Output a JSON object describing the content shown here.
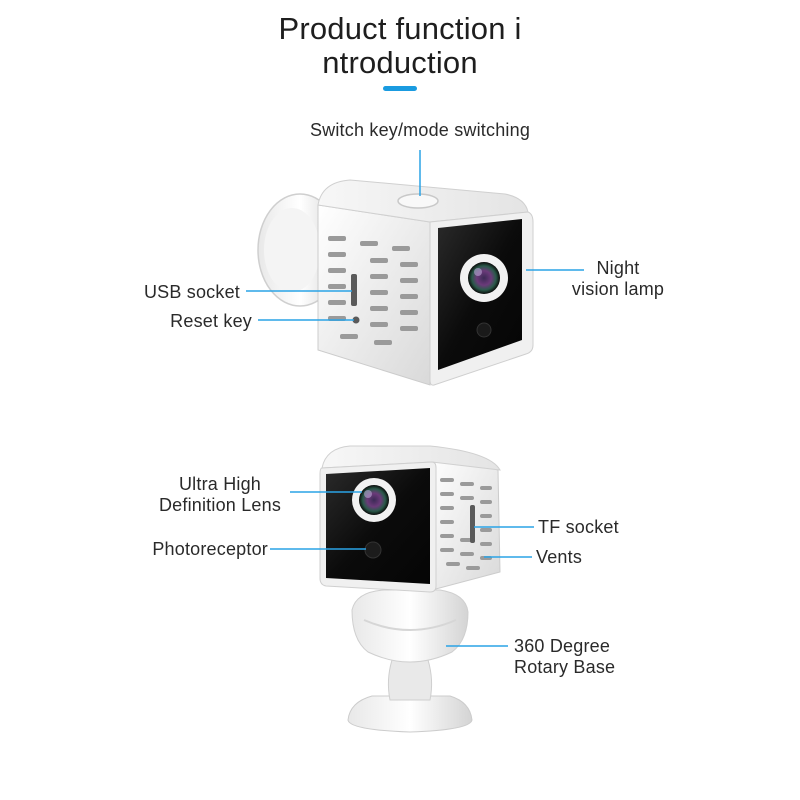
{
  "title": {
    "line1": "Product function i",
    "line2": "ntroduction"
  },
  "colors": {
    "accent": "#1a9be0",
    "leader": "#2aa3e6",
    "device_body": "#f2f2f2",
    "device_face": "#0c0c0c"
  },
  "labels": {
    "switch_key": "Switch key/mode switching",
    "usb_socket": "USB socket",
    "reset_key": "Reset key",
    "night_vision_1": "Night",
    "night_vision_2": "vision lamp",
    "uhd_lens_1": "Ultra High",
    "uhd_lens_2": "Definition Lens",
    "photoreceptor": "Photoreceptor",
    "tf_socket": "TF socket",
    "vents": "Vents",
    "rotary_base_1": "360 Degree",
    "rotary_base_2": "Rotary Base"
  }
}
